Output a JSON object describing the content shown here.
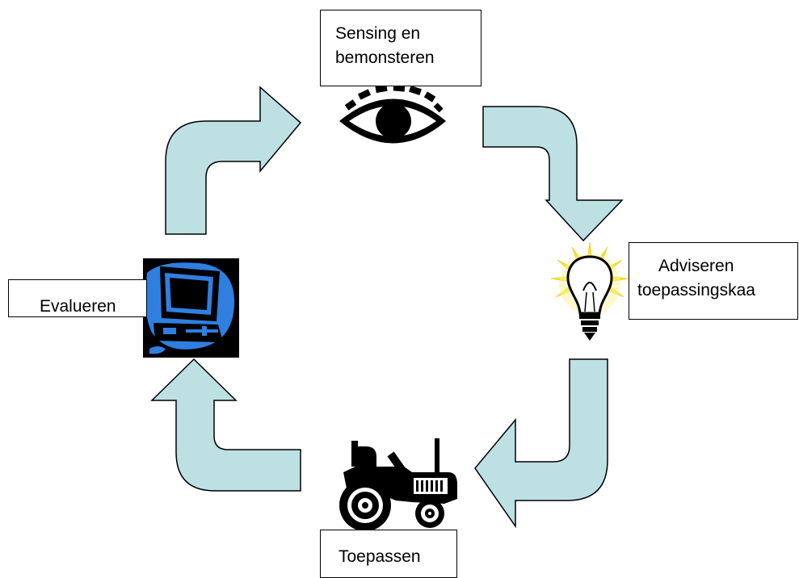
{
  "colors": {
    "arrow_fill": "#bde0e3",
    "arrow_stroke": "#000000",
    "computer_blob": "#2f7fe0",
    "bulb_rays": "#f7e51d",
    "icon_black": "#000000"
  },
  "icons": {
    "top": "eye-icon",
    "right": "lightbulb-icon",
    "bottom": "tractor-icon",
    "left": "computer-icon"
  },
  "steps": {
    "sensing": {
      "line1": "Sensing en",
      "line2": "bemonsteren"
    },
    "adviseren": {
      "line1": "Adviseren",
      "line2": "toepassingskaa"
    },
    "toepassen": {
      "label": "Toepassen"
    },
    "evalueren": {
      "label": "Evalueren"
    }
  }
}
